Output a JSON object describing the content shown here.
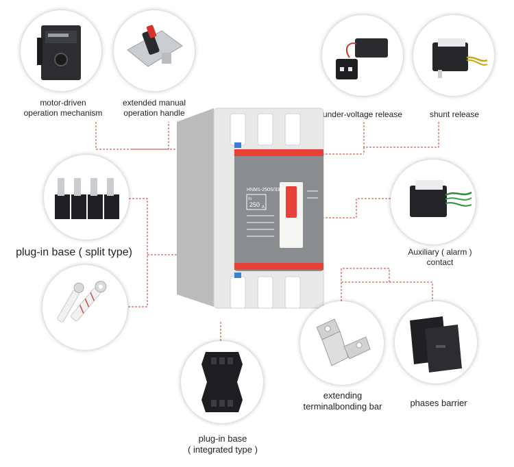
{
  "accessories": {
    "motor": {
      "line1": "motor-driven",
      "line2": "operation mechanism"
    },
    "handle": {
      "line1": "extended manual",
      "line2": "operation handle"
    },
    "undervoltage": {
      "line1": "under-voltage release"
    },
    "shunt": {
      "line1": "shunt release"
    },
    "split_base": {
      "line1": "plug-in base ( split type)"
    },
    "auxiliary": {
      "line1": "Auxiliary ( alarm )",
      "line2": "contact"
    },
    "integrated_base": {
      "line1": "plug-in base",
      "line2": "( integrated type )"
    },
    "terminal_bar": {
      "line1": "extending",
      "line2": "terminalbonding bar"
    },
    "phase_barrier": {
      "line1": "phases barrier"
    }
  },
  "breaker": {
    "model": "HNM1-250S/3300",
    "rating_prefix": "In",
    "rating": "250",
    "rating_unit": "A"
  },
  "colors": {
    "connector_line": "#c0392b",
    "breaker_body": "#e9e9e7",
    "breaker_panel": "#8a8d90",
    "accent_red": "#e8413a",
    "dark_part": "#26282b"
  }
}
